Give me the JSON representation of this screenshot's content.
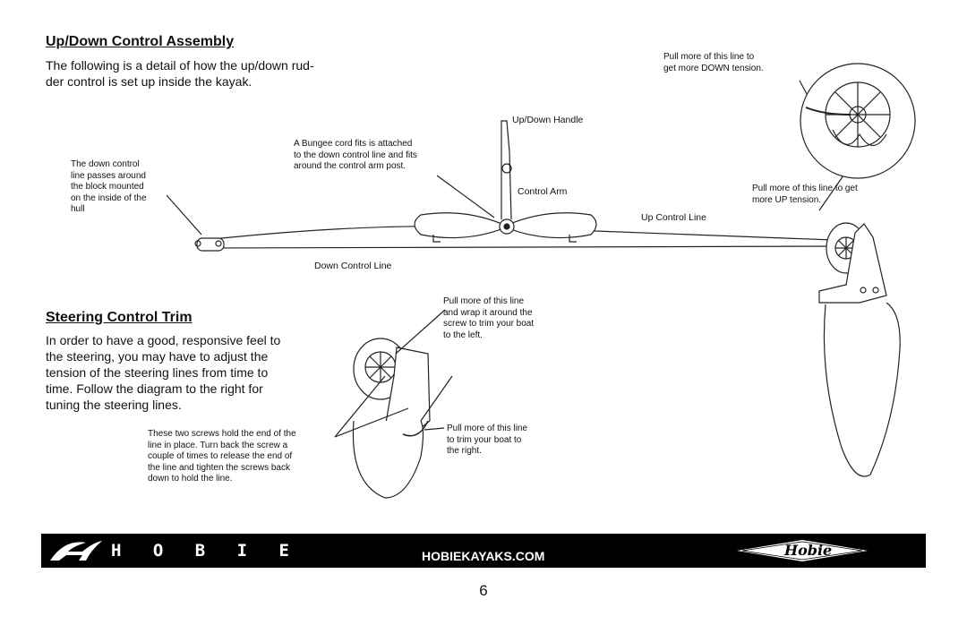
{
  "updown": {
    "title": "Up/Down Control  Assembly",
    "intro_line1": "The following is a detail of how the up/down rud-",
    "intro_line2": "der control is set up inside the kayak.",
    "handle_label": "Up/Down Handle",
    "bungee_note": [
      "A  Bungee cord fits is attached",
      "to the down control line and fits",
      "around the control arm post."
    ],
    "block_note": [
      "The down control",
      "line passes around",
      "the block mounted",
      "on the inside of the",
      "hull"
    ],
    "arm_label": "Control Arm",
    "up_line_label": "Up Control Line",
    "down_line_label": "Down Control Line",
    "down_tension_note": [
      "Pull  more of this line to",
      "get more DOWN tension."
    ],
    "up_tension_note": [
      "Pull more of this line to get",
      "more UP tension."
    ]
  },
  "steering": {
    "title": "Steering Control Trim",
    "paragraph": [
      "In order to have a good, responsive feel to",
      "the steering, you may have to adjust the",
      "tension of the steering lines from time to",
      "time.  Follow the diagram to the right for",
      "tuning the steering lines."
    ],
    "screws_note": [
      "These two screws hold the end of the",
      "line in place.  Turn back the screw a",
      "couple of times to release the end of",
      "the line and tighten the screws back",
      "down to hold the line."
    ],
    "left_trim_note": [
      "Pull more of this line",
      "and wrap it around the",
      "screw to trim your boat",
      "to the left."
    ],
    "right_trim_note": [
      "Pull more of this line",
      "to trim your boat to",
      "the right."
    ]
  },
  "footer": {
    "brand": "H O B I E",
    "url": "HOBIEKAYAKS.COM",
    "logo_script": "Hobie",
    "page_number": "6"
  }
}
